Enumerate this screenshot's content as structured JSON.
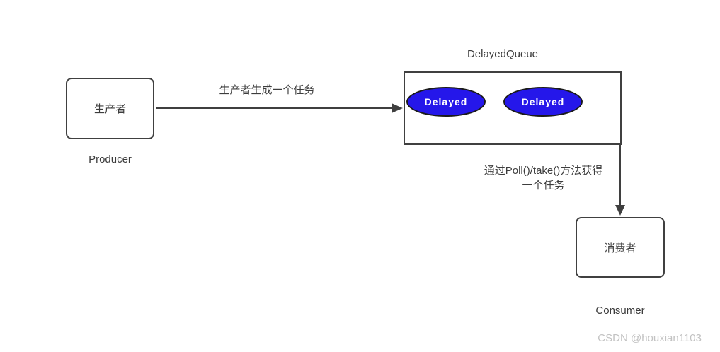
{
  "diagram": {
    "nodes": {
      "producer": {
        "label": "生产者",
        "caption": "Producer"
      },
      "consumer": {
        "label": "消费者",
        "caption": "Consumer"
      }
    },
    "queue": {
      "title": "DelayedQueue",
      "items": [
        {
          "label": "Delayed"
        },
        {
          "label": "Delayed"
        }
      ]
    },
    "edges": {
      "produce": {
        "label": "生产者生成一个任务"
      },
      "consume": {
        "label_line1": "通过Poll()/take()方法获得",
        "label_line2": "一个任务"
      }
    },
    "colors": {
      "task_fill": "#2517ea",
      "task_text": "#ffffff",
      "line": "#3f3f3f",
      "node_border": "#404040",
      "watermark_text": "#c2c2c2"
    }
  },
  "watermark": {
    "text": "CSDN @houxian1103"
  }
}
